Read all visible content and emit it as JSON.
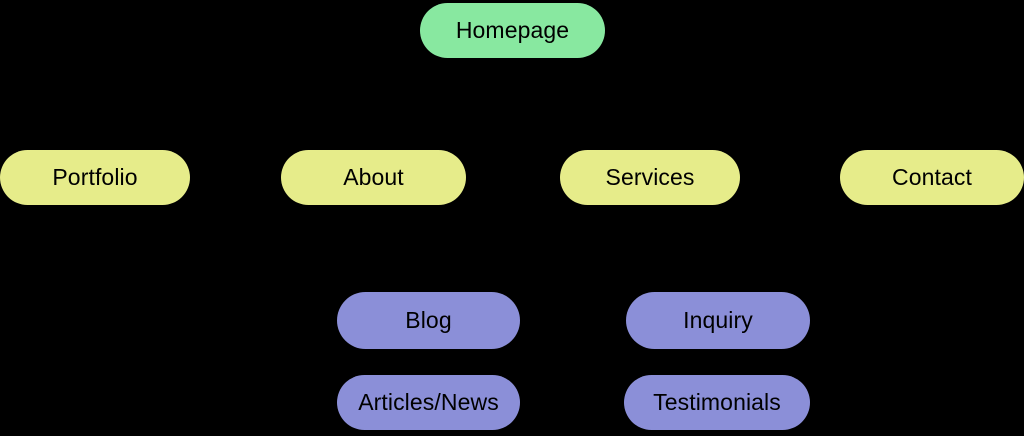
{
  "diagram": {
    "type": "sitemap-hierarchy",
    "background_color": "#000000",
    "edge_color": "#000000",
    "text_color": "#000000",
    "tiers": [
      {
        "name": "root",
        "fill_color": "#88e8a0",
        "nodes": [
          {
            "id": "homepage",
            "label": "Homepage"
          }
        ]
      },
      {
        "name": "sections",
        "fill_color": "#e6ec8a",
        "nodes": [
          {
            "id": "portfolio",
            "label": "Portfolio"
          },
          {
            "id": "about",
            "label": "About"
          },
          {
            "id": "services",
            "label": "Services"
          },
          {
            "id": "contact",
            "label": "Contact"
          }
        ]
      },
      {
        "name": "subsections",
        "fill_color": "#8b8fd8",
        "nodes": [
          {
            "id": "blog",
            "label": "Blog"
          },
          {
            "id": "inquiry",
            "label": "Inquiry"
          },
          {
            "id": "articles",
            "label": "Articles/News"
          },
          {
            "id": "testimonials",
            "label": "Testimonials"
          }
        ]
      }
    ],
    "edges": [
      {
        "from": "homepage",
        "to": "portfolio"
      },
      {
        "from": "homepage",
        "to": "about"
      },
      {
        "from": "homepage",
        "to": "services"
      },
      {
        "from": "homepage",
        "to": "contact"
      },
      {
        "from": "about",
        "to": "blog"
      },
      {
        "from": "blog",
        "to": "articles"
      },
      {
        "from": "services",
        "to": "inquiry"
      },
      {
        "from": "inquiry",
        "to": "testimonials"
      }
    ]
  }
}
